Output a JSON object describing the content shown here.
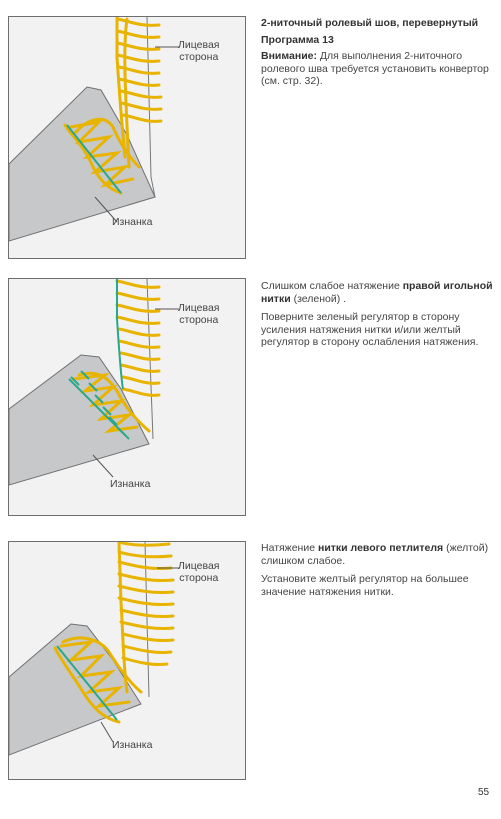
{
  "section1": {
    "title": "2-ниточный ролевый шов, перевернутый",
    "program": "Программа 13",
    "note_label": "Внимание:",
    "note_text": " Для выполнения 2-ниточного ролевого шва требуется установить конвертор (см. стр. 32).",
    "label_front": "Лицевая\nсторона",
    "label_back": "Изнанка"
  },
  "section2": {
    "line1_pre": "Слишком слабое натяжение ",
    "line1_bold": "правой игольной нитки",
    "line1_post": " (зеленой) .",
    "line2": "Поверните зеленый регулятор в сторону усиления натяжения нитки и/или желтый регулятор в сторону ослабления натяжения.",
    "label_front": "Лицевая\nсторона",
    "label_back": "Изнанка"
  },
  "section3": {
    "line1_pre": "Натяжение ",
    "line1_bold": "нитки левого петлителя",
    "line1_post": " (желтой) слишком слабое.",
    "line2": "Установите желтый регулятор на большее значение  натяжения нитки.",
    "label_front": "Лицевая\nсторона",
    "label_back": "Изнанка"
  },
  "colors": {
    "yellow_thread": "#e8b400",
    "green_thread": "#2aa88a",
    "fabric_front": "#f2f2f3",
    "fabric_back": "#c7c8ca"
  },
  "page_number": "55"
}
